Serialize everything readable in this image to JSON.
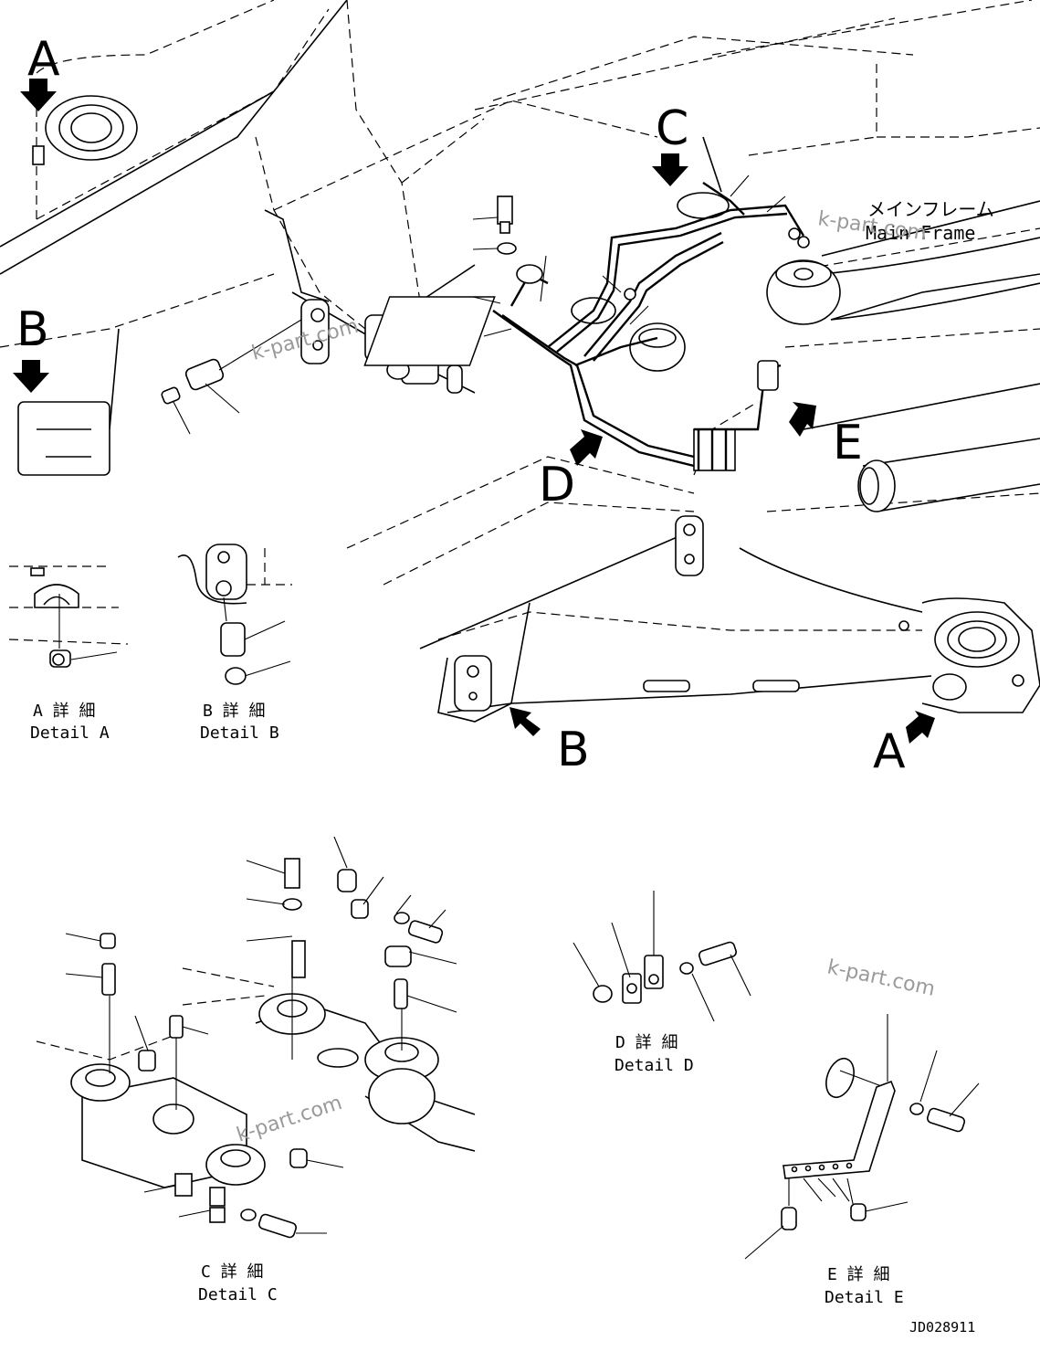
{
  "view_labels": {
    "a_top": "A",
    "b_left": "B",
    "c_top": "C",
    "d_mid": "D",
    "e_right": "E",
    "b_bottom": "B",
    "a_bottom": "A"
  },
  "main_frame_label": {
    "jp": "メインフレーム",
    "en": "Main Frame"
  },
  "details": {
    "a": {
      "jp": "A 詳 細",
      "en": "Detail A"
    },
    "b": {
      "jp": "B 詳 細",
      "en": "Detail B"
    },
    "c": {
      "jp": "C 詳 細",
      "en": "Detail C"
    },
    "d": {
      "jp": "D 詳 細",
      "en": "Detail D"
    },
    "e": {
      "jp": "E 詳 細",
      "en": "Detail E"
    }
  },
  "watermark": "k-part.com",
  "drawing_number": "JD028911",
  "icons": [
    "view-arrow-icon"
  ]
}
